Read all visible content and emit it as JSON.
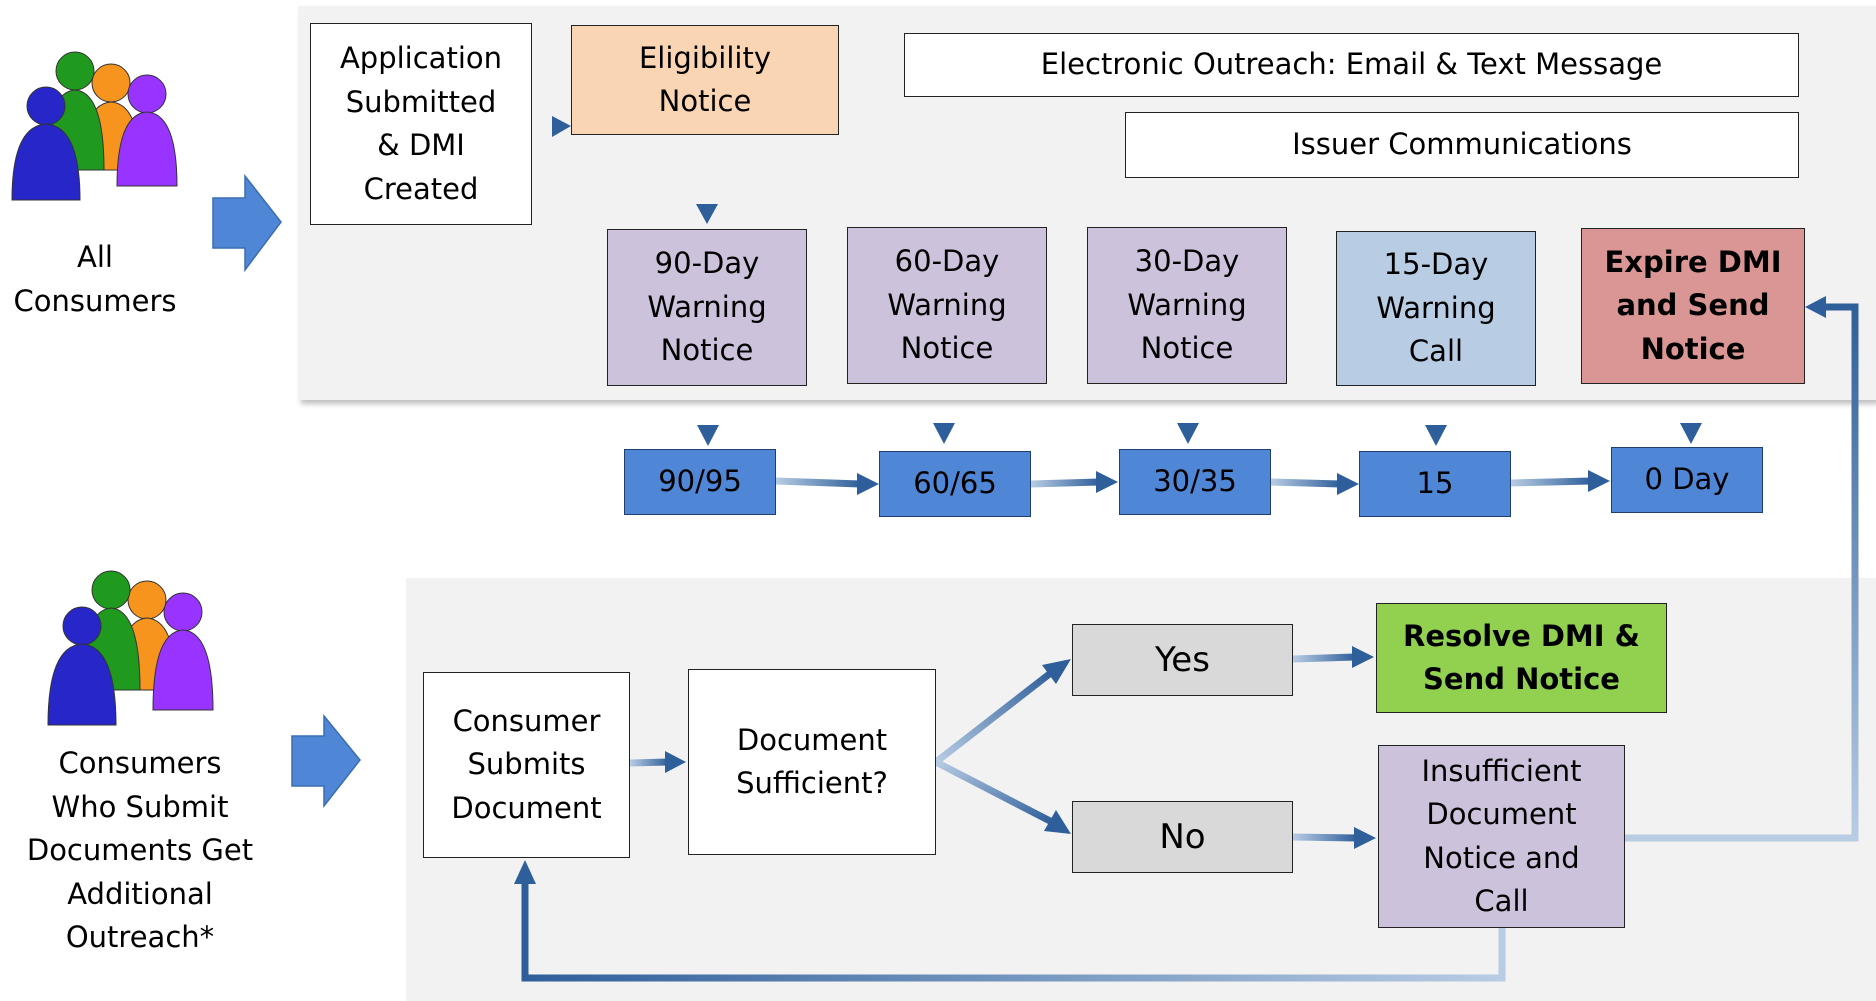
{
  "groups": {
    "all_consumers": "All\nConsumers",
    "doc_consumers": "Consumers\nWho Submit\nDocuments Get\nAdditional\nOutreach*"
  },
  "top": {
    "application": "Application\nSubmitted\n& DMI\nCreated",
    "eligibility": "Eligibility\nNotice",
    "electronic": "Electronic Outreach: Email & Text Message",
    "issuer": "Issuer Communications",
    "warn90": "90-Day\nWarning\nNotice",
    "warn60": "60-Day\nWarning\nNotice",
    "warn30": "30-Day\nWarning\nNotice",
    "warn15": "15-Day\nWarning\nCall",
    "expire": "Expire DMI\nand Send\nNotice"
  },
  "timeline": [
    "90/95",
    "60/65",
    "30/35",
    "15",
    "0 Day"
  ],
  "bottom": {
    "submits": "Consumer\nSubmits\nDocument",
    "sufficient": "Document\nSufficient?",
    "yes": "Yes",
    "no": "No",
    "resolve": "Resolve DMI &\nSend Notice",
    "insufficient": "Insufficient\nDocument\nNotice and\nCall"
  },
  "colors": {
    "peach": "#fad5b3",
    "lavender": "#ccc2db",
    "light_blue": "#b8cce4",
    "rose": "#d99694",
    "blue": "#4f86d5",
    "green": "#92d050",
    "grey": "#d9d9d9",
    "person_blue": "#2626c9",
    "person_green": "#1f9a1f",
    "person_orange": "#f7941d",
    "person_purple": "#9933ff"
  },
  "icons": [
    "people-group-icon",
    "block-arrow-icon"
  ]
}
